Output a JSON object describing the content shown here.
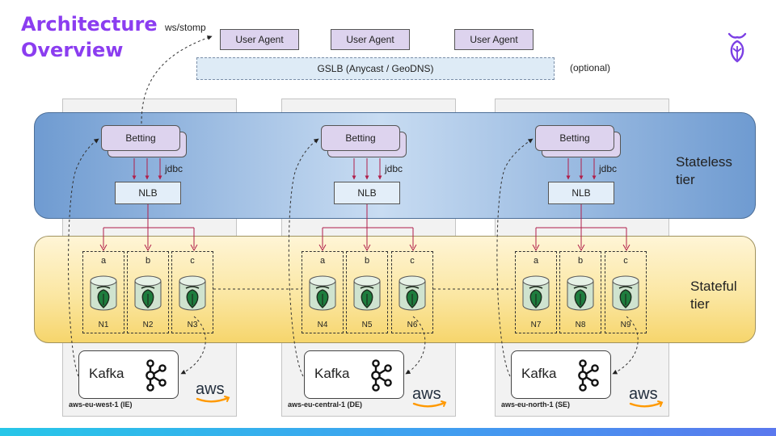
{
  "title": {
    "line1": "Architecture",
    "line2": "Overview"
  },
  "labels": {
    "ws_stomp": "ws/stomp",
    "optional": "(optional)",
    "jdbc": "jdbc"
  },
  "user_agents": [
    "User Agent",
    "User Agent",
    "User Agent"
  ],
  "gslb": "GSLB (Anycast / GeoDNS)",
  "tiers": {
    "stateless": [
      "Stateless",
      "tier"
    ],
    "stateful": [
      "Stateful",
      "tier"
    ]
  },
  "regions": [
    {
      "name": "aws-eu-west-1 (IE)",
      "betting": "Betting",
      "nlb": "NLB",
      "kafka": "Kafka",
      "nodes": [
        {
          "letter": "a",
          "name": "N1"
        },
        {
          "letter": "b",
          "name": "N2"
        },
        {
          "letter": "c",
          "name": "N3"
        }
      ]
    },
    {
      "name": "aws-eu-central-1 (DE)",
      "betting": "Betting",
      "nlb": "NLB",
      "kafka": "Kafka",
      "nodes": [
        {
          "letter": "a",
          "name": "N4"
        },
        {
          "letter": "b",
          "name": "N5"
        },
        {
          "letter": "c",
          "name": "N6"
        }
      ]
    },
    {
      "name": "aws-eu-north-1 (SE)",
      "betting": "Betting",
      "nlb": "NLB",
      "kafka": "Kafka",
      "nodes": [
        {
          "letter": "a",
          "name": "N7"
        },
        {
          "letter": "b",
          "name": "N8"
        },
        {
          "letter": "c",
          "name": "N9"
        }
      ]
    }
  ],
  "aws_logo_text": "aws",
  "colors": {
    "title": "#8b3df0",
    "jdbc_arrow": "#b01f4a",
    "aws_smile": "#ff9900",
    "logo": "#7b3fe4",
    "db_leaf": "#1e7d3e"
  },
  "icons": {
    "logo": "insect-logo-icon",
    "db": "cockroachdb-cylinder-icon",
    "kafka": "kafka-icon",
    "aws": "aws-logo"
  }
}
